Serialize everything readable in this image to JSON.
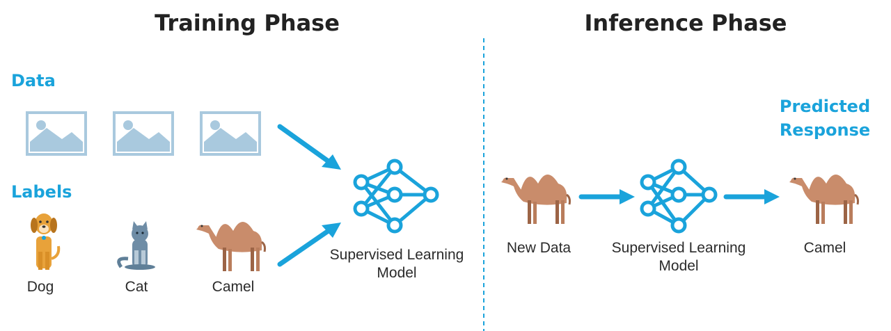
{
  "training": {
    "title": "Training Phase",
    "data_label": "Data",
    "labels_label": "Labels",
    "animals": [
      {
        "name": "Dog",
        "icon": "dog-icon"
      },
      {
        "name": "Cat",
        "icon": "cat-icon"
      },
      {
        "name": "Camel",
        "icon": "camel-icon"
      }
    ],
    "model_caption_line1": "Supervised Learning",
    "model_caption_line2": "Model"
  },
  "inference": {
    "title": "Inference Phase",
    "new_data_caption": "New Data",
    "model_caption_line1": "Supervised Learning",
    "model_caption_line2": "Model",
    "predicted_line1": "Predicted",
    "predicted_line2": "Response",
    "result_caption": "Camel"
  },
  "colors": {
    "accent": "#1aa3db",
    "image_placeholder": "#a9c9de",
    "title_text": "#222222",
    "camel": "#c98c6b",
    "dog": "#e8a23a",
    "cat": "#5f7f98"
  }
}
